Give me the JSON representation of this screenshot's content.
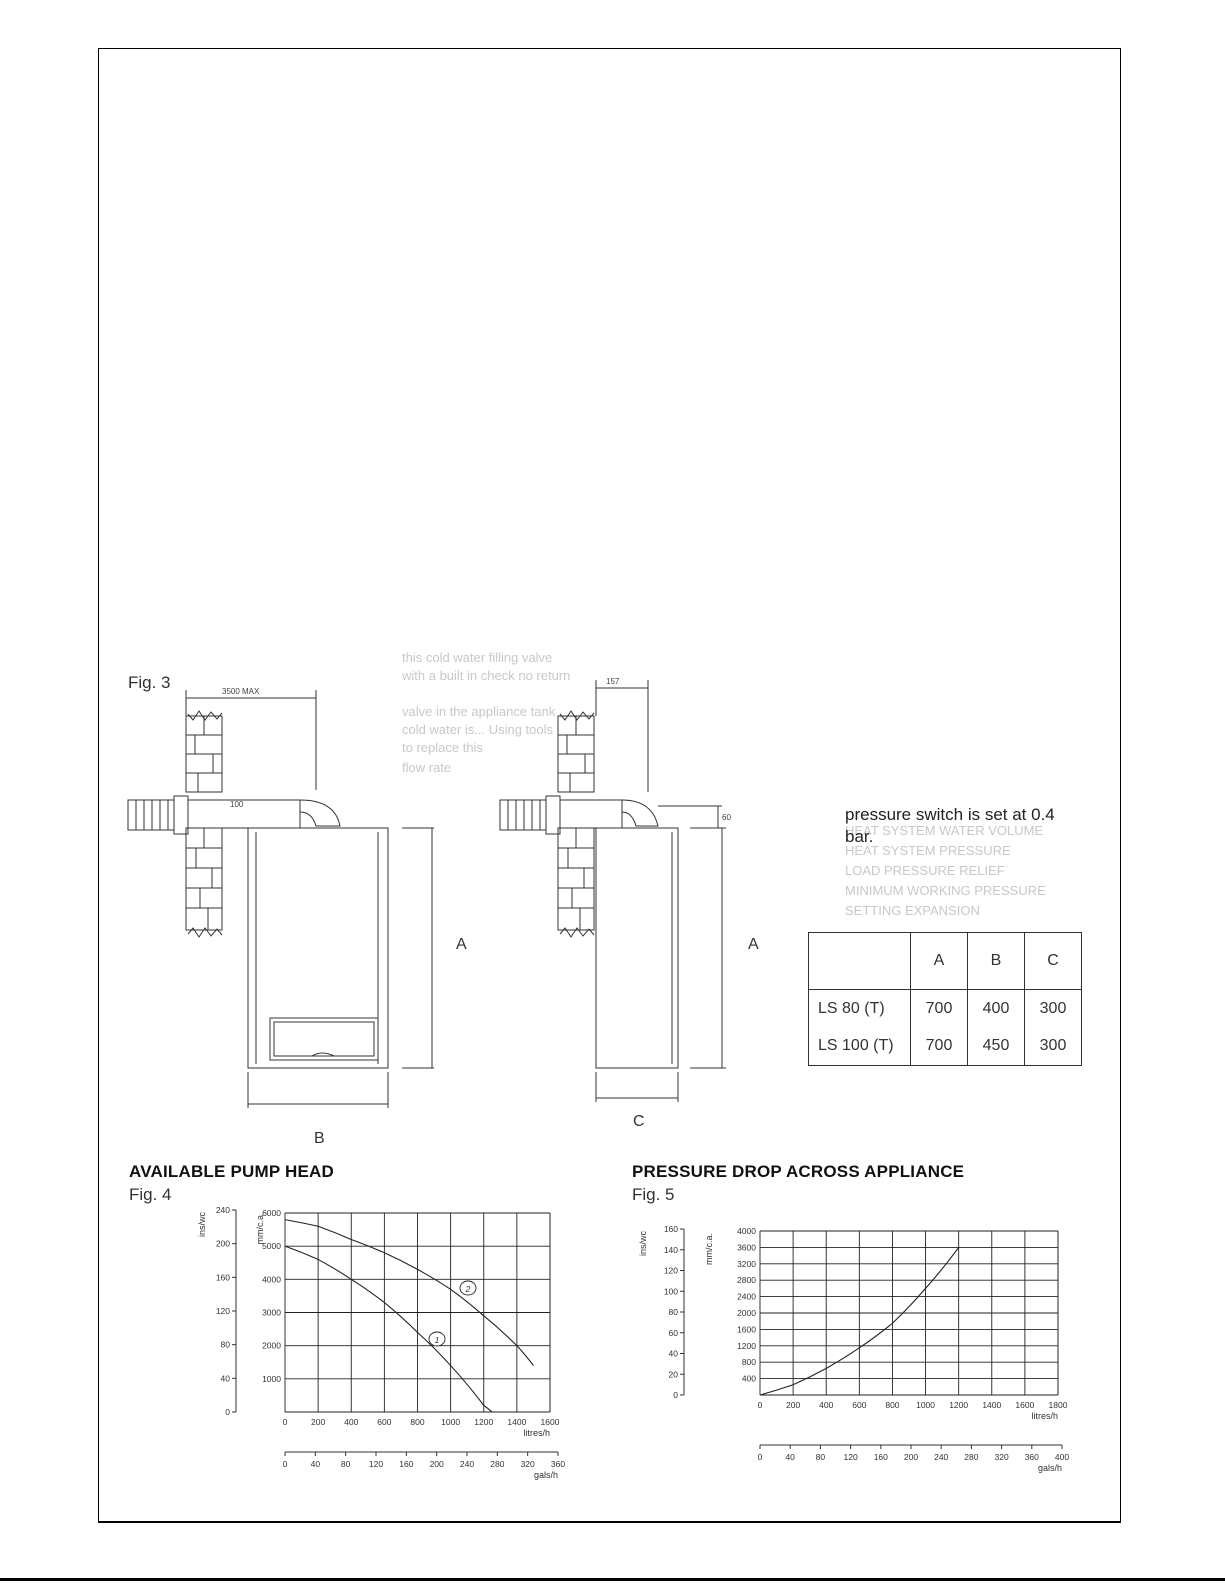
{
  "fig3": {
    "label": "Fig. 3",
    "dim_3500": "3500 MAX",
    "dim_100": "100",
    "dim_157": "157",
    "dim_60": "60",
    "label_A": "A",
    "label_B": "B",
    "label_C": "C"
  },
  "side_note": {
    "line1": "pressure switch is set at 0.4",
    "line2": "bar."
  },
  "ghost_text": {
    "lines": [
      "this cold water filling valve",
      "with a built in check no return",
      "valve in the appliance tank",
      "cold water is... Using tools",
      "to replace this",
      "flow rate",
      "HEAT SYSTEM WATER VOLUME",
      "HEAT SYSTEM PRESSURE",
      "LOAD PRESSURE RELIEF",
      "MINIMUM WORKING PRESSURE",
      "SETTING EXPANSION"
    ]
  },
  "dimensions_table": {
    "headers": [
      "",
      "A",
      "B",
      "C"
    ],
    "rows": [
      [
        "LS 80 (T)",
        "700",
        "400",
        "300"
      ],
      [
        "LS 100 (T)",
        "700",
        "450",
        "300"
      ]
    ]
  },
  "fig4": {
    "heading": "AVAILABLE PUMP HEAD",
    "label": "Fig. 4"
  },
  "fig5": {
    "heading": "PRESSURE DROP ACROSS APPLIANCE",
    "label": "Fig. 5"
  },
  "chart_data": [
    {
      "type": "line",
      "title": "AVAILABLE PUMP HEAD",
      "x": [
        0,
        200,
        400,
        600,
        800,
        1000,
        1200,
        1400,
        1600
      ],
      "xlabel": "litres/h",
      "xlim": [
        0,
        1600
      ],
      "ylabel": "mm/c.a",
      "ylim": [
        0,
        6000
      ],
      "yticks": [
        1000,
        2000,
        3000,
        4000,
        5000,
        6000
      ],
      "y2label": "ins/wc",
      "y2ticks": [
        0,
        40,
        80,
        120,
        160,
        200,
        240
      ],
      "x2label": "gals/h",
      "x2ticks": [
        0,
        40,
        80,
        120,
        160,
        200,
        240,
        280,
        320,
        360
      ],
      "grid": true,
      "series": [
        {
          "name": "1",
          "x": [
            0,
            200,
            400,
            600,
            800,
            1000,
            1200,
            1250
          ],
          "values": [
            5000,
            4600,
            4000,
            3300,
            2400,
            1400,
            200,
            0
          ]
        },
        {
          "name": "2",
          "x": [
            0,
            200,
            400,
            600,
            800,
            1000,
            1200,
            1400,
            1500
          ],
          "values": [
            5800,
            5600,
            5200,
            4800,
            4300,
            3700,
            2900,
            2000,
            1400
          ]
        }
      ]
    },
    {
      "type": "line",
      "title": "PRESSURE DROP ACROSS APPLIANCE",
      "x": [
        0,
        200,
        400,
        600,
        800,
        1000,
        1200,
        1400,
        1600,
        1800
      ],
      "xlabel": "litres/h",
      "xlim": [
        0,
        1800
      ],
      "ylabel": "mm/c.a.",
      "ylim": [
        0,
        4000
      ],
      "yticks": [
        400,
        800,
        1200,
        1600,
        2000,
        2400,
        2800,
        3200,
        3600,
        4000
      ],
      "y2label": "ins/wc",
      "y2ticks": [
        0,
        20,
        40,
        60,
        80,
        100,
        120,
        140,
        160
      ],
      "x2label": "gals/h",
      "x2ticks": [
        0,
        40,
        80,
        120,
        160,
        200,
        240,
        280,
        320,
        360,
        400
      ],
      "grid": true,
      "series": [
        {
          "x": [
            0,
            200,
            400,
            600,
            800,
            1000,
            1200
          ],
          "values": [
            0,
            250,
            650,
            1150,
            1750,
            2600,
            3600
          ]
        }
      ]
    }
  ]
}
